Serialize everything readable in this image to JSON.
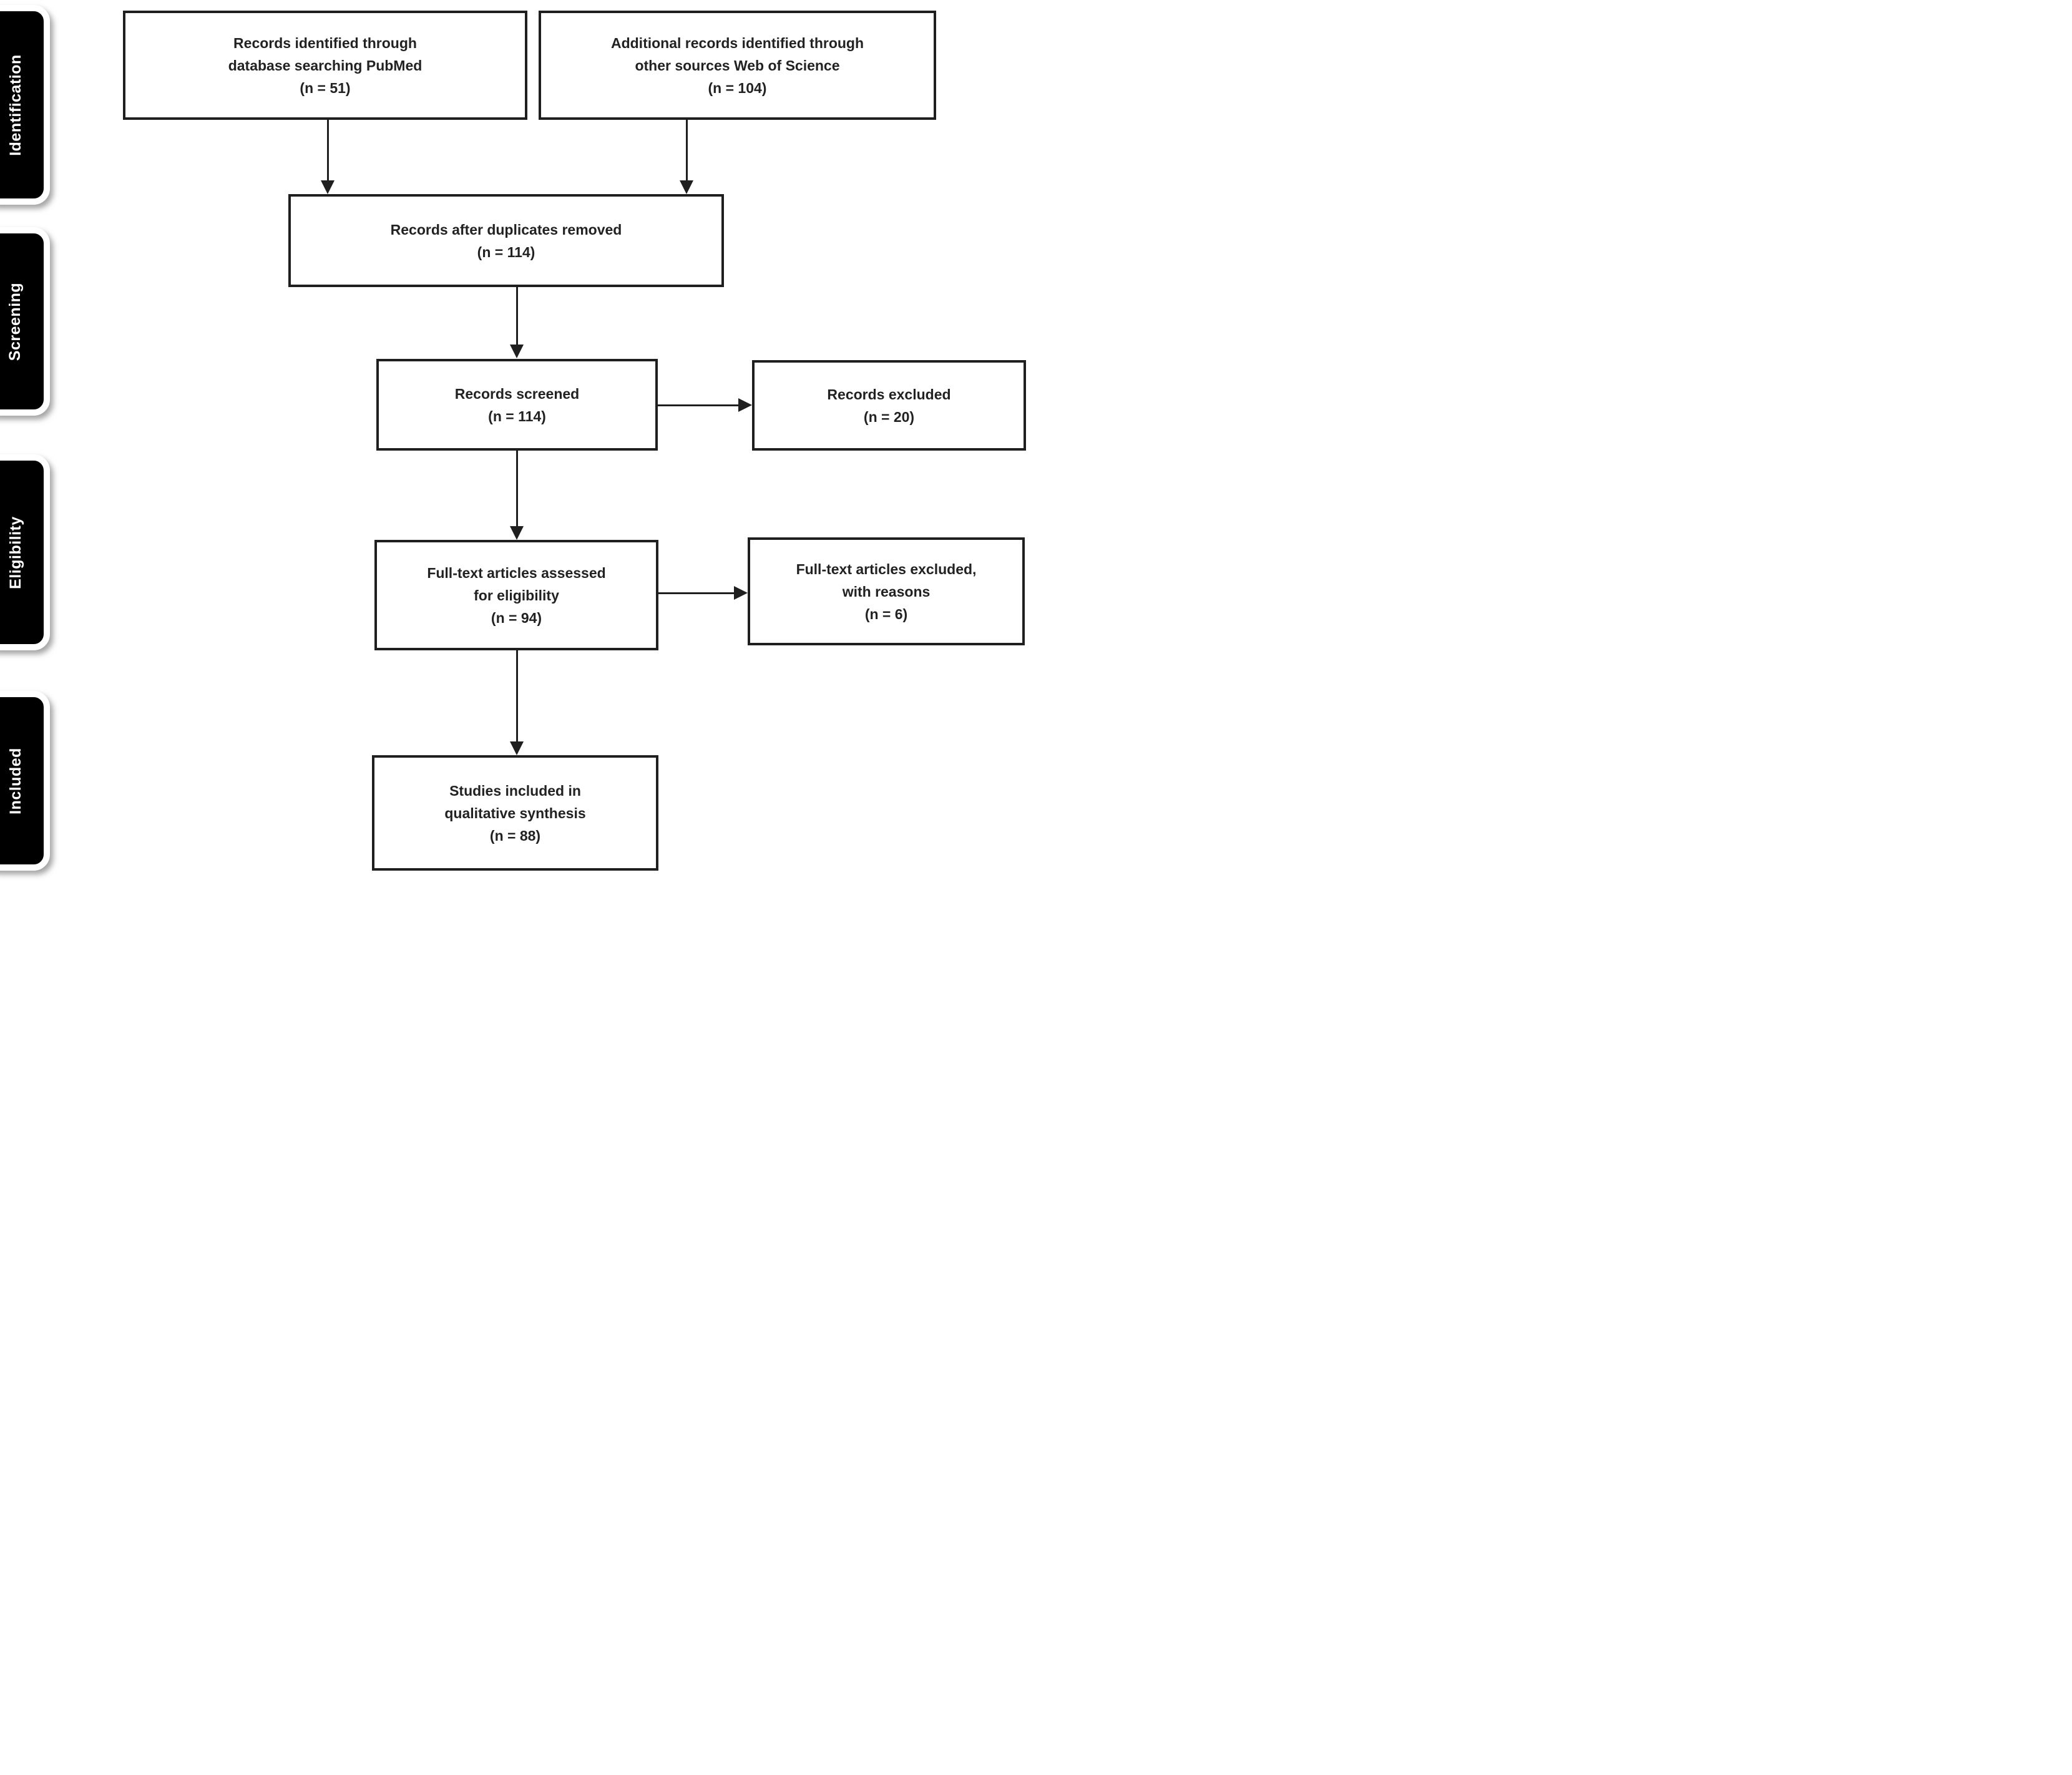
{
  "diagram": {
    "type": "prisma-flow-diagram",
    "colors": {
      "background": "#ffffff",
      "box_border": "#1f1f1f",
      "box_text": "#222222",
      "tab_background": "#000000",
      "tab_text": "#ffffff",
      "arrow": "#1f1f1f"
    }
  },
  "sidebar": {
    "stages": [
      {
        "label": "Identification"
      },
      {
        "label": "Screening"
      },
      {
        "label": "Eligibility"
      },
      {
        "label": "Included"
      }
    ]
  },
  "boxes": {
    "identified_pubmed": {
      "text": "Records identified through\ndatabase searching PubMed\n(n = 51)"
    },
    "identified_other": {
      "text": "Additional records identified through\nother sources Web of Science\n(n = 104)"
    },
    "after_duplicates": {
      "text": "Records after duplicates removed\n(n = 114)"
    },
    "screened": {
      "text": "Records screened\n(n = 114)"
    },
    "excluded": {
      "text": "Records excluded\n(n = 20)"
    },
    "fulltext_assessed": {
      "text": "Full-text articles assessed\nfor eligibility\n(n = 94)"
    },
    "fulltext_excluded": {
      "text": "Full-text articles excluded,\nwith reasons\n(n = 6)"
    },
    "included_qualitative": {
      "text": "Studies included in\nqualitative synthesis\n(n = 88)"
    }
  }
}
